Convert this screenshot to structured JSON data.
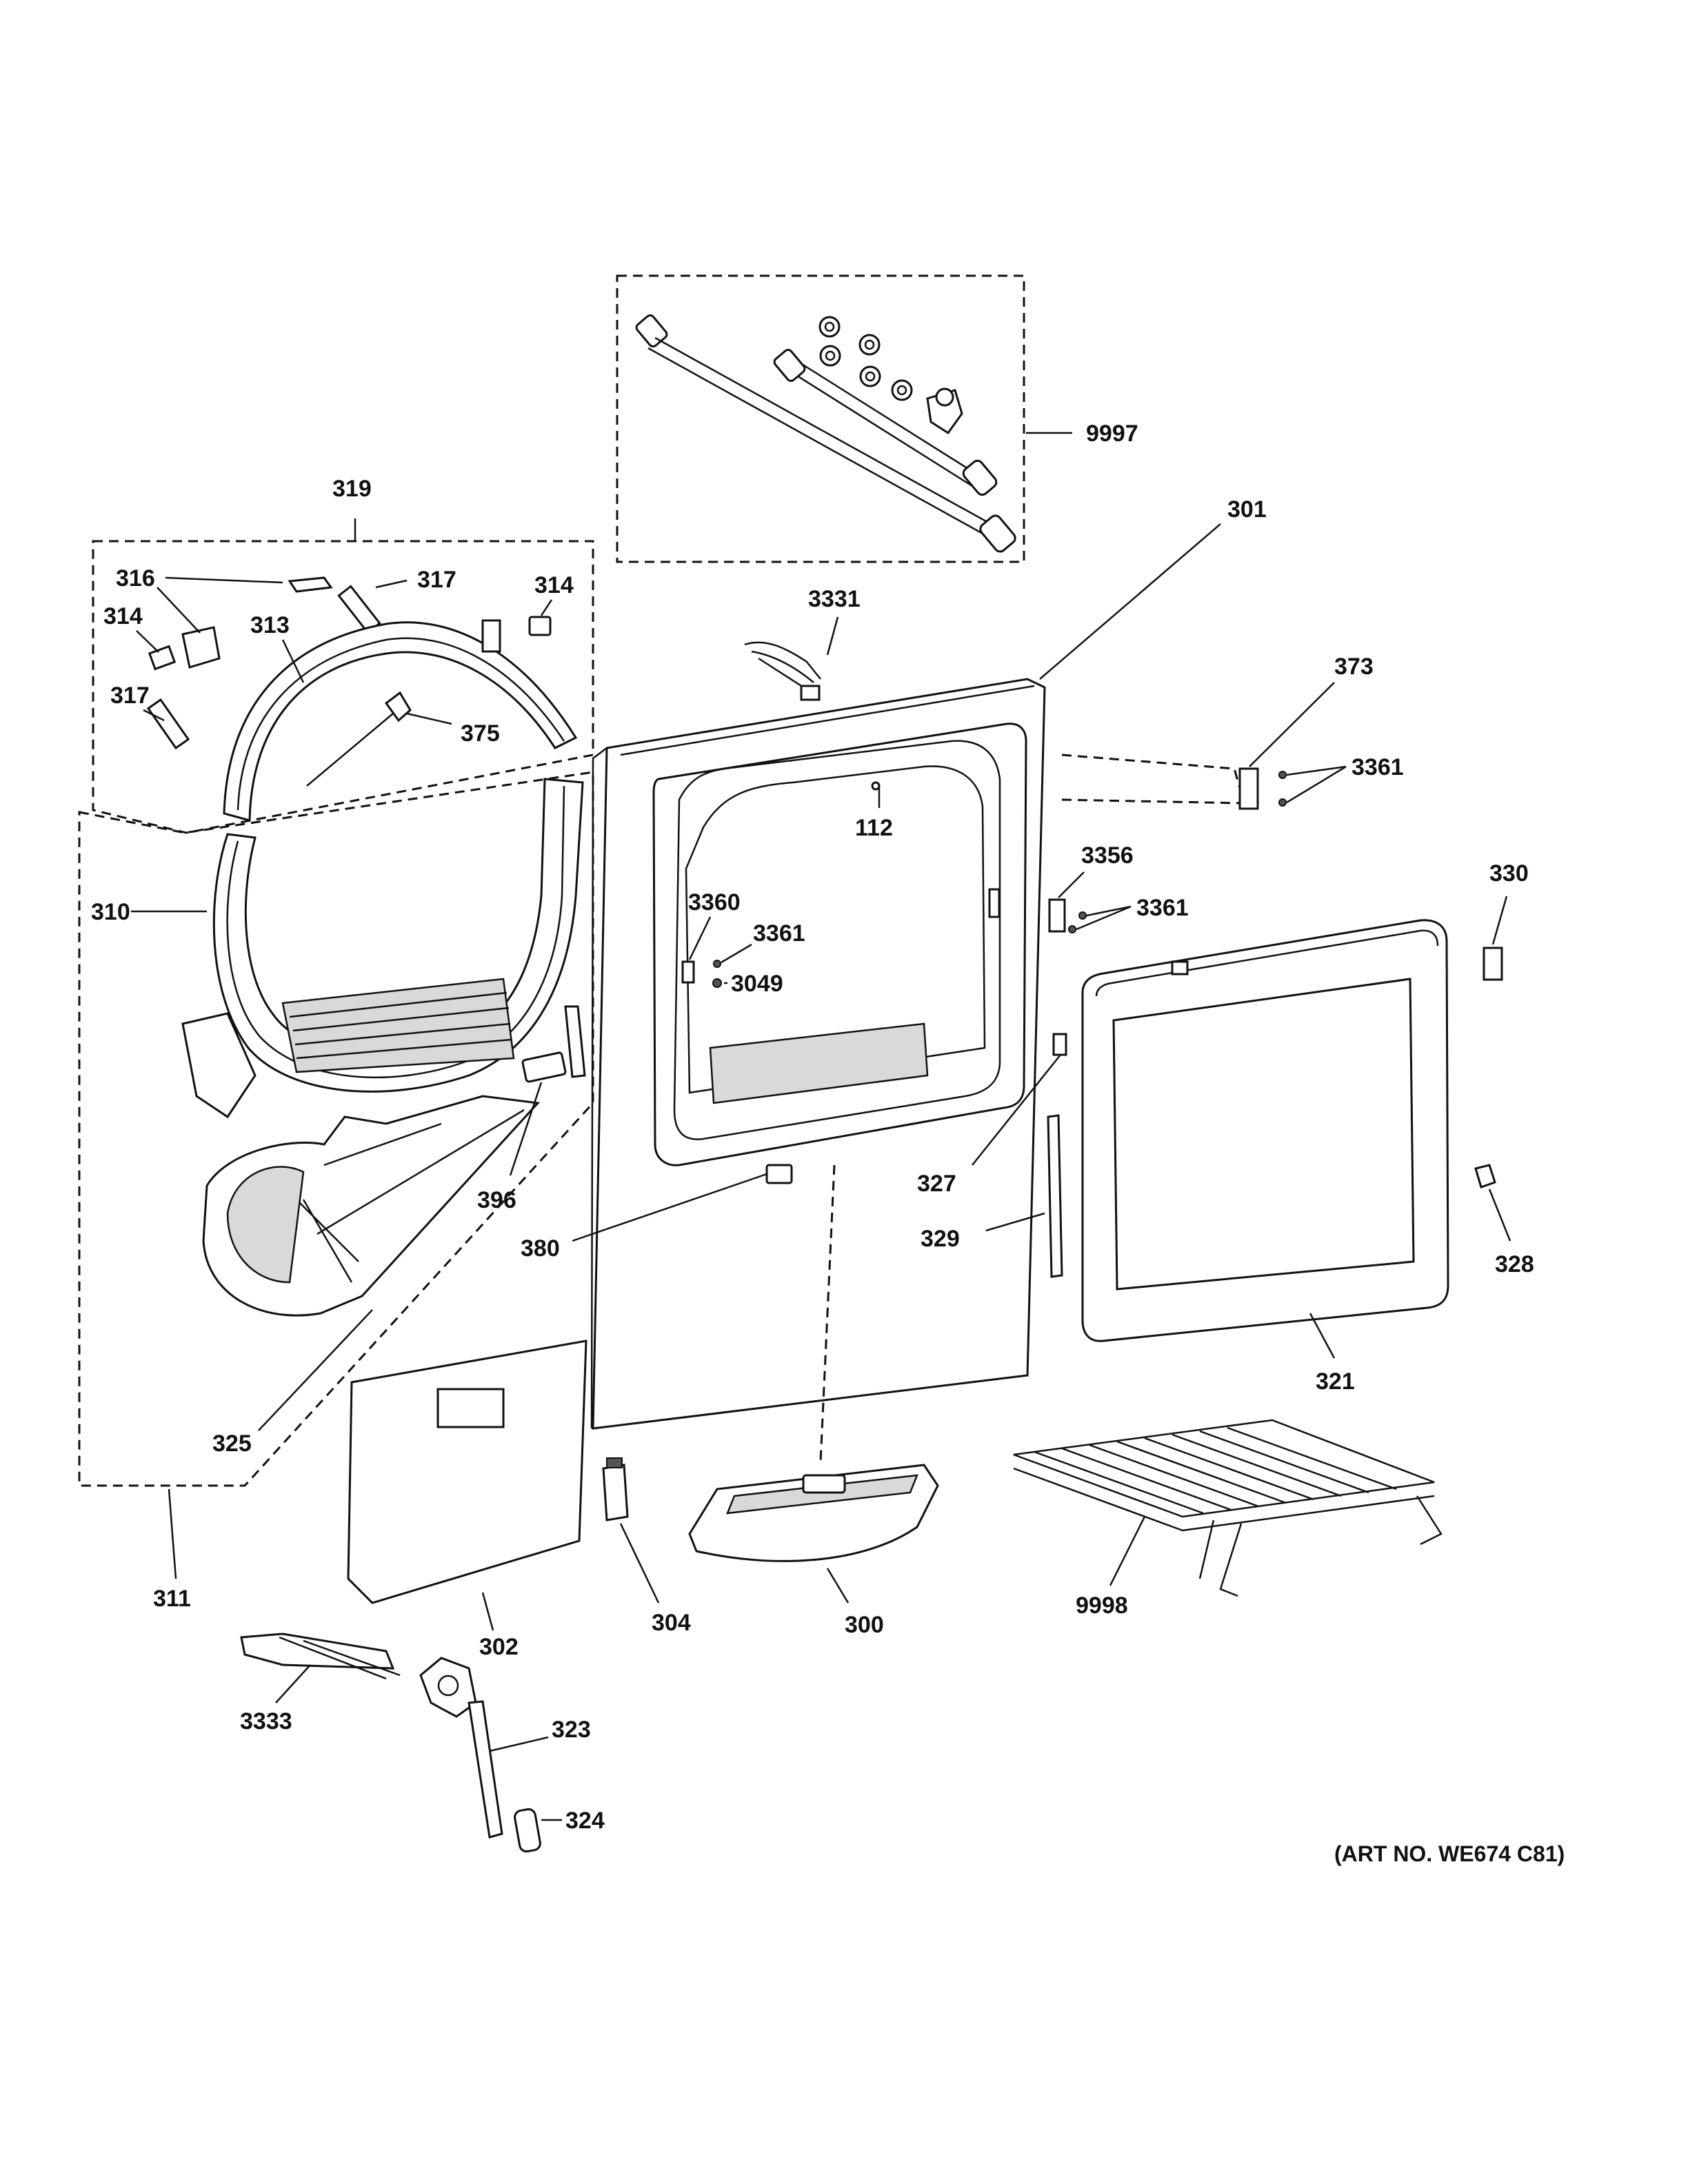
{
  "callouts": {
    "c9997": "9997",
    "c319": "319",
    "c316": "316",
    "c317a": "317",
    "c314a": "314",
    "c314b": "314",
    "c313": "313",
    "c317b": "317",
    "c375": "375",
    "c301": "301",
    "c3331": "3331",
    "c373": "373",
    "c3361a": "3361",
    "c112": "112",
    "c310": "310",
    "c3356": "3356",
    "c3361b": "3361",
    "c330": "330",
    "c3360": "3360",
    "c3361c": "3361",
    "c3049": "3049",
    "c327": "327",
    "c396": "396",
    "c380": "380",
    "c329": "329",
    "c328": "328",
    "c321": "321",
    "c325": "325",
    "c311": "311",
    "c302": "302",
    "c304": "304",
    "c300": "300",
    "c9998": "9998",
    "c3333": "3333",
    "c323": "323",
    "c324": "324"
  },
  "art_number": "(ART NO. WE674 C81)"
}
